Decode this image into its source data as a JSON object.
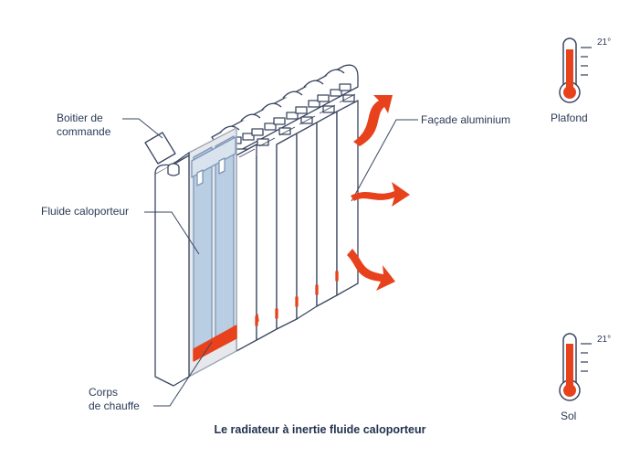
{
  "labels": {
    "control_box_line1": "Boitier de",
    "control_box_line2": "commande",
    "fluid": "Fluide caloporteur",
    "body_line1": "Corps",
    "body_line2": "de chauffe",
    "facade": "Façade aluminium",
    "ceiling": "Plafond",
    "floor": "Sol"
  },
  "thermometers": {
    "ceiling_temp": "21°",
    "floor_temp": "21°"
  },
  "caption": "Le radiateur à inertie fluide caloporteur",
  "colors": {
    "outline": "#3a4660",
    "heat": "#e8421c",
    "fluid": "#b9cde3",
    "glass": "#e6e8ec"
  }
}
